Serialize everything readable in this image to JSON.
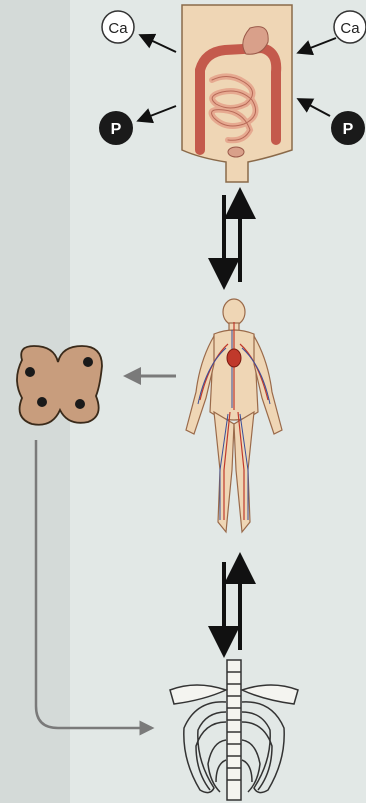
{
  "nodes": {
    "ca_left": {
      "label": "Ca"
    },
    "ca_right": {
      "label": "Ca"
    },
    "p_left": {
      "label": "P"
    },
    "p_right": {
      "label": "P"
    }
  },
  "colors": {
    "background": "#d4dad8",
    "panel": "#e6ebe9",
    "skin": "#efd6b5",
    "intestine": "#c45a4c",
    "gland": "#c89d7d",
    "ion_dark": "#1a1a1a",
    "arrow_gray": "#7a7a7a"
  },
  "icons": [
    "intestine-icon",
    "human-circulation-icon",
    "parathyroid-gland-icon",
    "rib-cage-icon"
  ]
}
